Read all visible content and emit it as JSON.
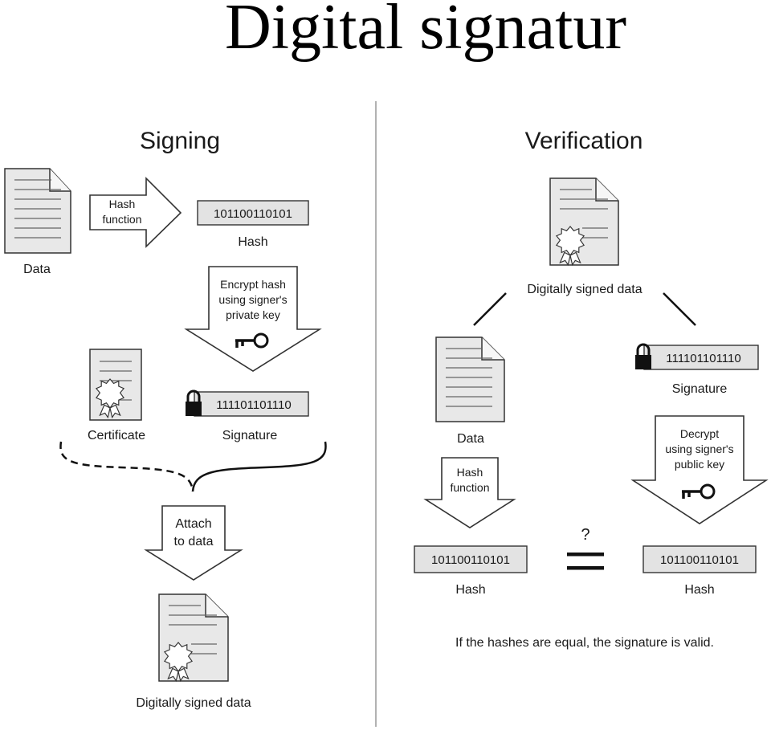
{
  "title": "Digital signatur",
  "signing": {
    "heading": "Signing",
    "data_label": "Data",
    "hash_function_line1": "Hash",
    "hash_function_line2": "function",
    "hash_bits": "101100110101",
    "hash_label": "Hash",
    "encrypt_line1": "Encrypt hash",
    "encrypt_line2": "using signer's",
    "encrypt_line3": "private key",
    "certificate_label": "Certificate",
    "signature_bits": "111101101110",
    "signature_label": "Signature",
    "attach_line1": "Attach",
    "attach_line2": "to data",
    "signed_data_label": "Digitally signed data"
  },
  "verification": {
    "heading": "Verification",
    "signed_data_label": "Digitally signed data",
    "data_label": "Data",
    "signature_bits": "111101101110",
    "signature_label": "Signature",
    "hash_function_line1": "Hash",
    "hash_function_line2": "function",
    "decrypt_line1": "Decrypt",
    "decrypt_line2": "using signer's",
    "decrypt_line3": "public key",
    "hash_left_bits": "101100110101",
    "hash_left_label": "Hash",
    "question_mark": "?",
    "hash_right_bits": "101100110101",
    "hash_right_label": "Hash",
    "conclusion": "If the hashes are equal, the signature is valid."
  },
  "icons": {
    "key": "key-icon",
    "lock": "padlock-icon",
    "seal": "seal-icon",
    "document": "document-icon"
  }
}
